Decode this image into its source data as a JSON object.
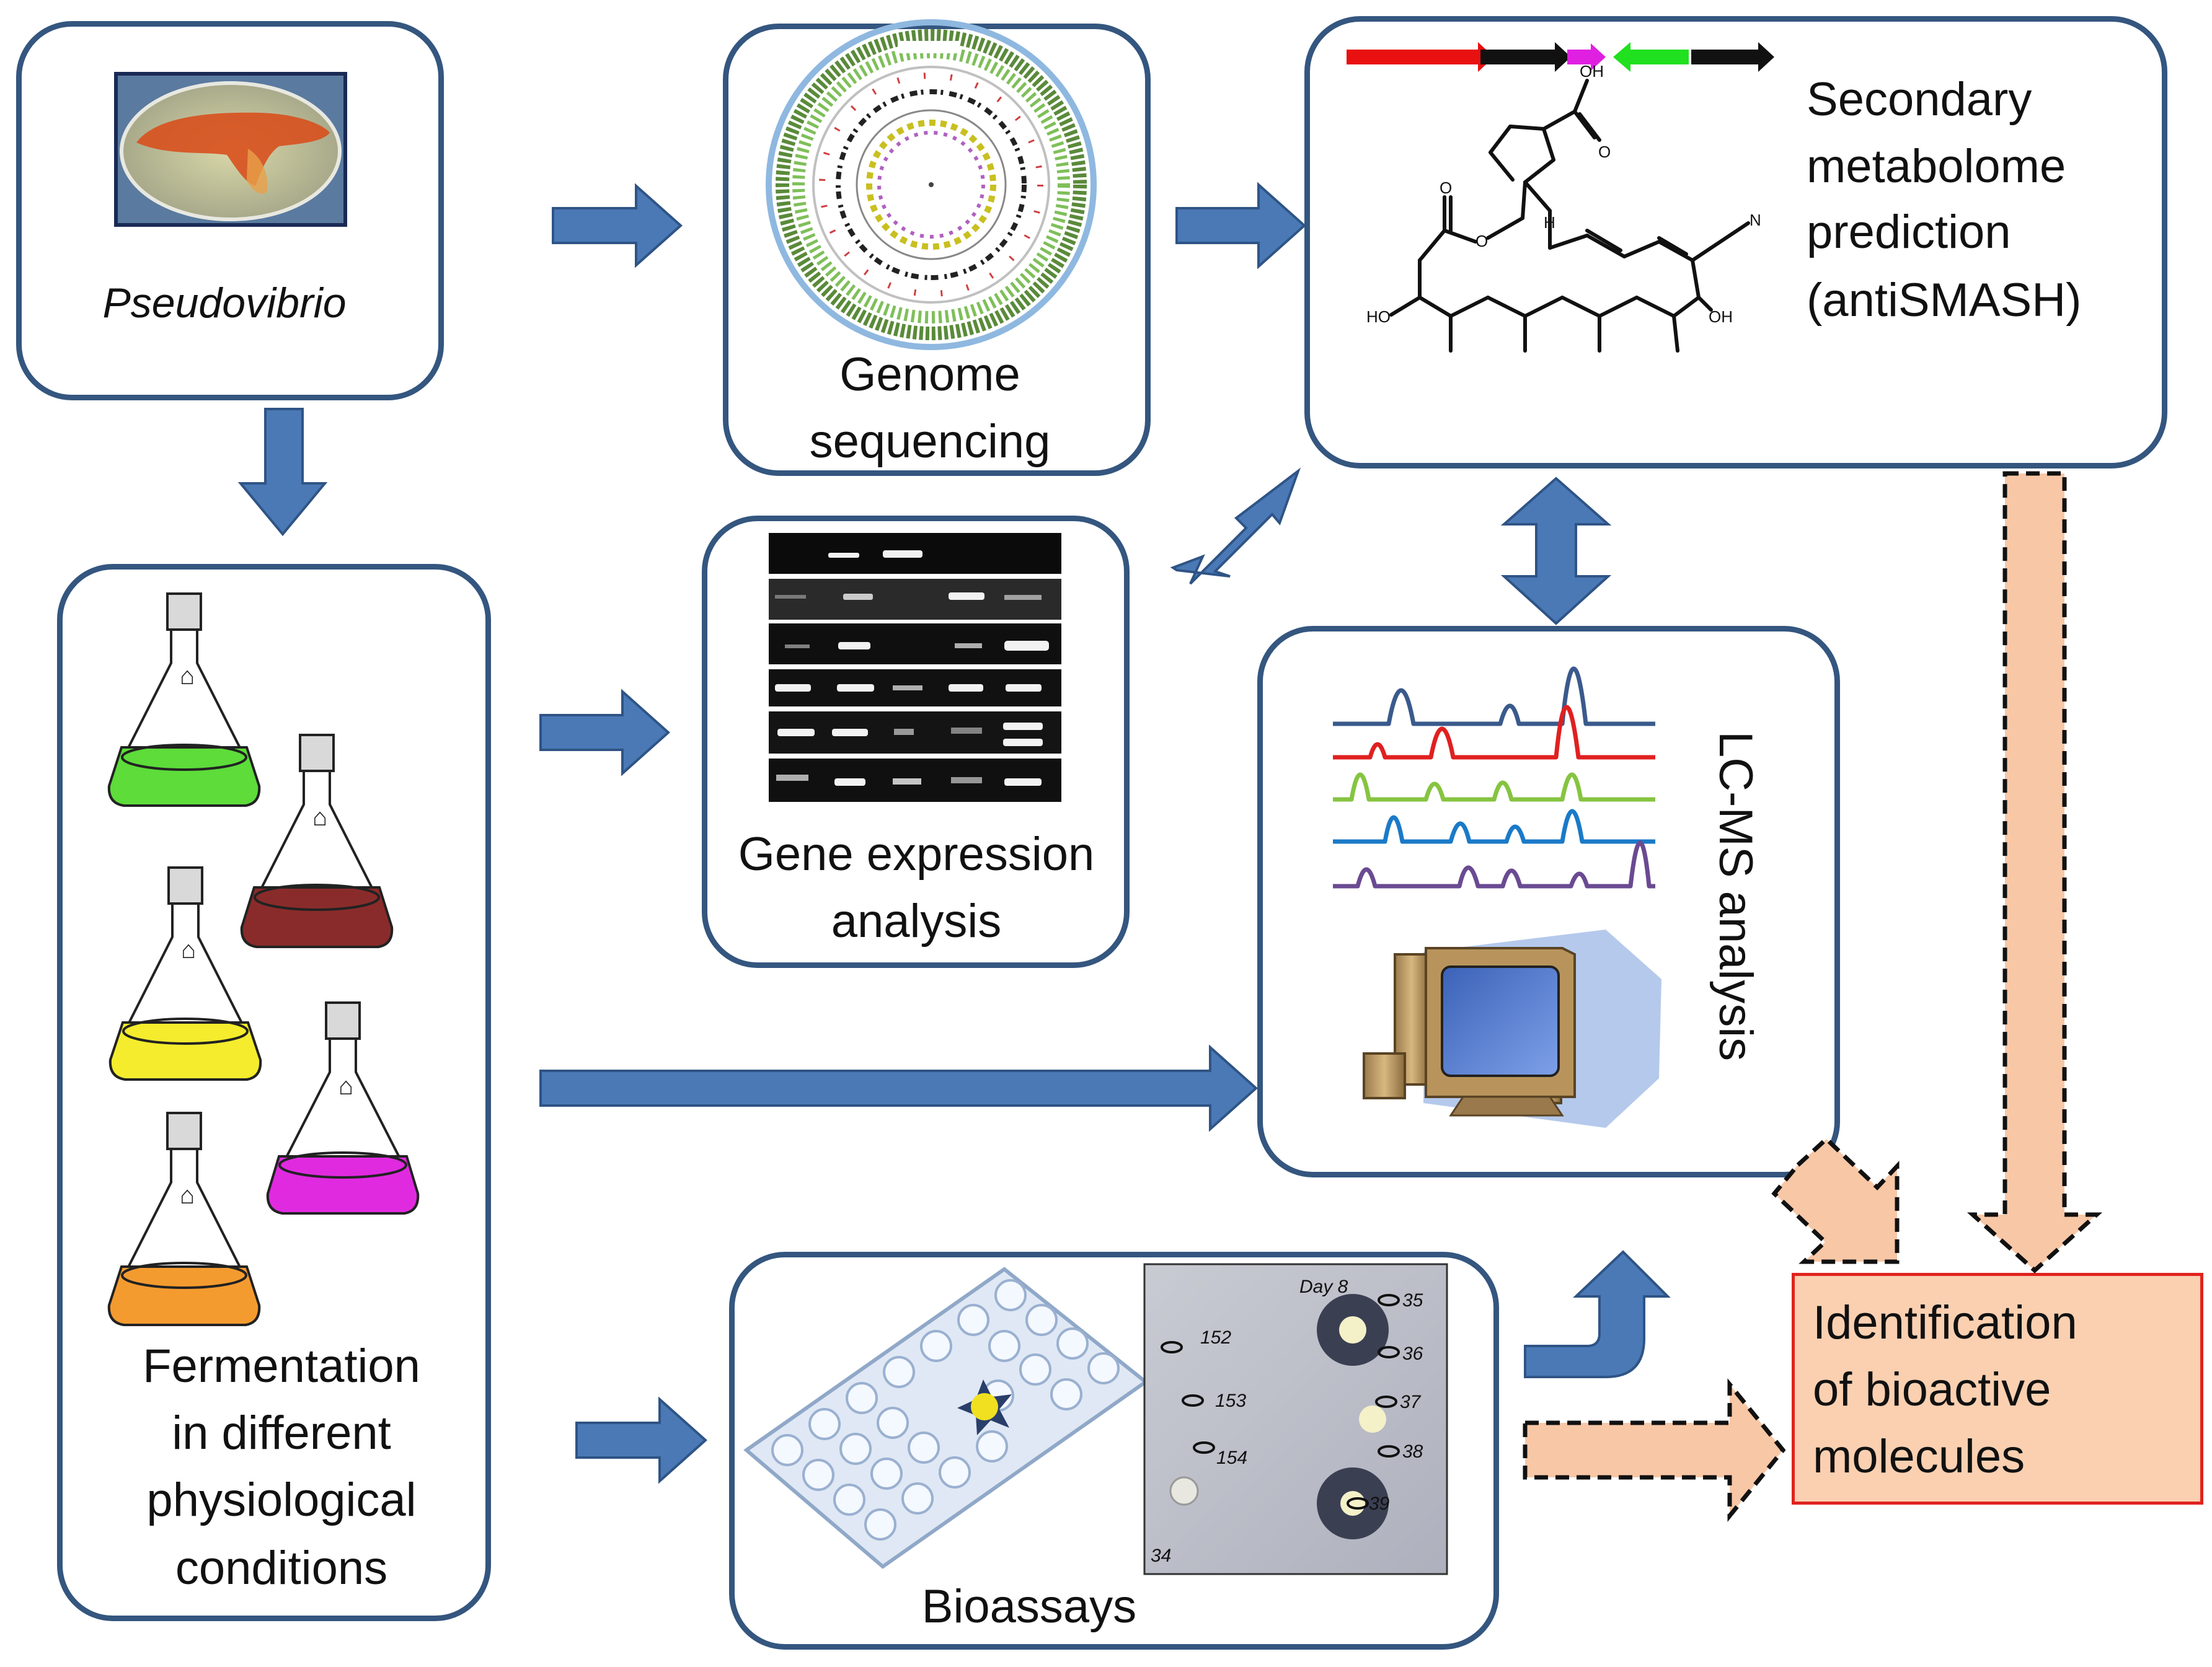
{
  "colors": {
    "box_border": "#34567f",
    "arrow_blue": "#4a79b6",
    "arrow_blue_dark": "#2f5485",
    "arrow_peach": "#f8c7a6",
    "result_border": "#e0231f",
    "result_fill": "#fad0b1"
  },
  "nodes": {
    "source": {
      "label": "Pseudovibrio"
    },
    "genome": {
      "label_lines": [
        "Genome",
        "sequencing"
      ]
    },
    "prediction": {
      "label_lines": [
        "Secondary",
        "metabolome",
        "prediction",
        "(antiSMASH)"
      ]
    },
    "fermentation": {
      "label_lines": [
        "Fermentation",
        "in different",
        "physiological",
        "conditions"
      ]
    },
    "expression": {
      "label_lines": [
        "Gene expression",
        "analysis"
      ]
    },
    "lcms": {
      "label": "LC-MS analysis"
    },
    "bioassays": {
      "label": "Bioassays"
    },
    "result": {
      "label_lines": [
        "Identification",
        "of bioactive",
        "molecules"
      ]
    }
  },
  "molecule": {
    "atom_labels": [
      "OH",
      "O",
      "O",
      "H",
      "N",
      "HO",
      "OH"
    ]
  },
  "bioassay_plate": {
    "annotations": [
      "Day 8",
      "35",
      "36",
      "37",
      "38",
      "39",
      "152",
      "153",
      "154",
      "34"
    ]
  },
  "icons": {
    "petri_dish": "petri-dish-image",
    "circular_genome_map": "circular-genome-map",
    "gene_cluster": "gene-cluster-arrows",
    "molecule": "chemical-structure",
    "gel": "gel-electrophoresis-image",
    "flasks": "erlenmeyer-flask-icons",
    "chromatogram": "chromatogram-traces",
    "computer": "computer-icon",
    "well_plate": "well-plate-icon",
    "agar_plate": "agar-diffusion-plate-image"
  }
}
